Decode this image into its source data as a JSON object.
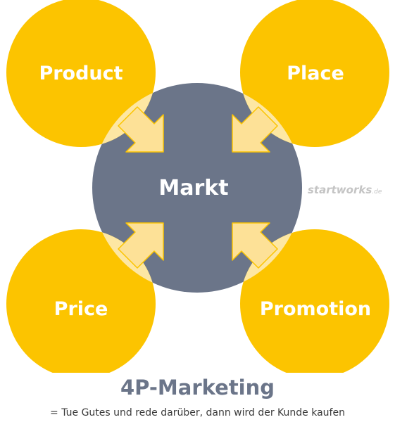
{
  "diagram": {
    "center": {
      "label": "Markt"
    },
    "nodes": [
      {
        "id": "product",
        "label": "Product"
      },
      {
        "id": "place",
        "label": "Place"
      },
      {
        "id": "price",
        "label": "Price"
      },
      {
        "id": "promotion",
        "label": "Promotion"
      }
    ],
    "watermark": {
      "main": "startworks",
      "tld": ".de"
    }
  },
  "footer": {
    "title": "4P-Marketing",
    "subtitle": "= Tue Gutes und rede darüber, dann wird der Kunde kaufen"
  },
  "colors": {
    "circle_yellow": "#fcc400",
    "overlap_light": "#fde7a3",
    "arrow_fill": "#fde197",
    "center_gray": "#6b7589",
    "title_gray": "#6b7589",
    "subtitle_dark": "#3a3a3a",
    "watermark": "#c4c4c4"
  }
}
